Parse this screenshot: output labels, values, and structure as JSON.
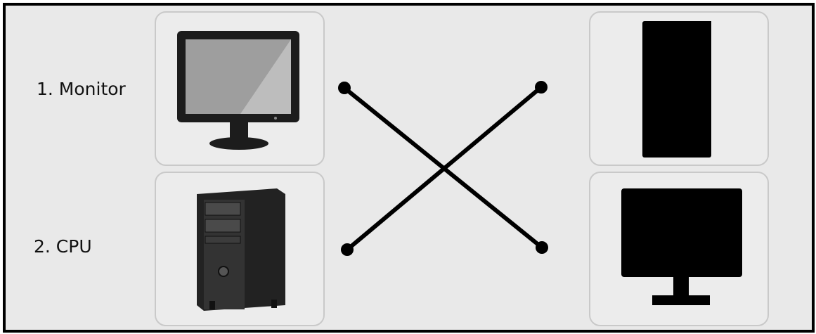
{
  "items": [
    {
      "label": "1. Monitor",
      "icon": "monitor-icon"
    },
    {
      "label": "2. CPU",
      "icon": "cpu-tower-icon"
    }
  ],
  "matches": [
    {
      "icon": "cpu-silhouette-icon"
    },
    {
      "icon": "monitor-silhouette-icon"
    }
  ],
  "connections": [
    {
      "from": "1. Monitor",
      "to_icon": "monitor-silhouette-icon"
    },
    {
      "from": "2. CPU",
      "to_icon": "cpu-silhouette-icon"
    }
  ]
}
